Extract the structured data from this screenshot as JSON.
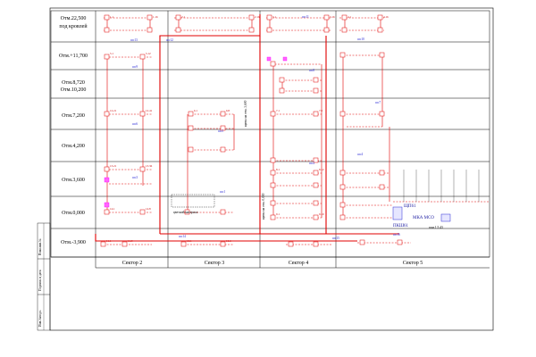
{
  "levels": [
    {
      "label": "Отм.22,500"
    },
    {
      "label": "под кровлей"
    },
    {
      "label": "Отм.+11,700"
    },
    {
      "label": "Отм.8,720"
    },
    {
      "label": "Отм.10,200"
    },
    {
      "label": "Отм.7,200"
    },
    {
      "label": "Отм.4,200"
    },
    {
      "label": "Отм.3,600"
    },
    {
      "label": "Отм.0,000"
    },
    {
      "label": "Отм.-3,900"
    }
  ],
  "sectors": [
    {
      "label": "Сектор 2"
    },
    {
      "label": "Сектор 3"
    },
    {
      "label": "Сектор 4"
    },
    {
      "label": "Сектор 5"
    }
  ],
  "side_labels": [
    {
      "text": "Взам.инв.№"
    },
    {
      "text": "Подпись и дата"
    },
    {
      "text": "Инв.№подл."
    }
  ],
  "notes": {
    "col3_center": "цветной материал",
    "col4_top": "щиты на отм. 3,600",
    "col4_mid": "щиты на отм. 0,000",
    "col5_bottom": "пом.1.5.43"
  },
  "panel_labels": [
    {
      "text": "МКА МСО"
    },
    {
      "text": "ЩП61"
    },
    {
      "text": "ПКШ61"
    }
  ],
  "cable_tags": [
    {
      "text": "шс13"
    },
    {
      "text": "шс12"
    },
    {
      "text": "шс11"
    },
    {
      "text": "шс10"
    },
    {
      "text": "шс9"
    },
    {
      "text": "шс8"
    },
    {
      "text": "шс7"
    },
    {
      "text": "шс6"
    },
    {
      "text": "шс5"
    },
    {
      "text": "шс4"
    },
    {
      "text": "шс3"
    },
    {
      "text": "шс2"
    },
    {
      "text": "шс1"
    },
    {
      "text": "шс14"
    },
    {
      "text": "шс15"
    },
    {
      "text": "шс16"
    }
  ],
  "colors": {
    "grid": "#000000",
    "wire": "#e00000",
    "tag": "#2b2bd6",
    "device": "#ff00ff"
  }
}
